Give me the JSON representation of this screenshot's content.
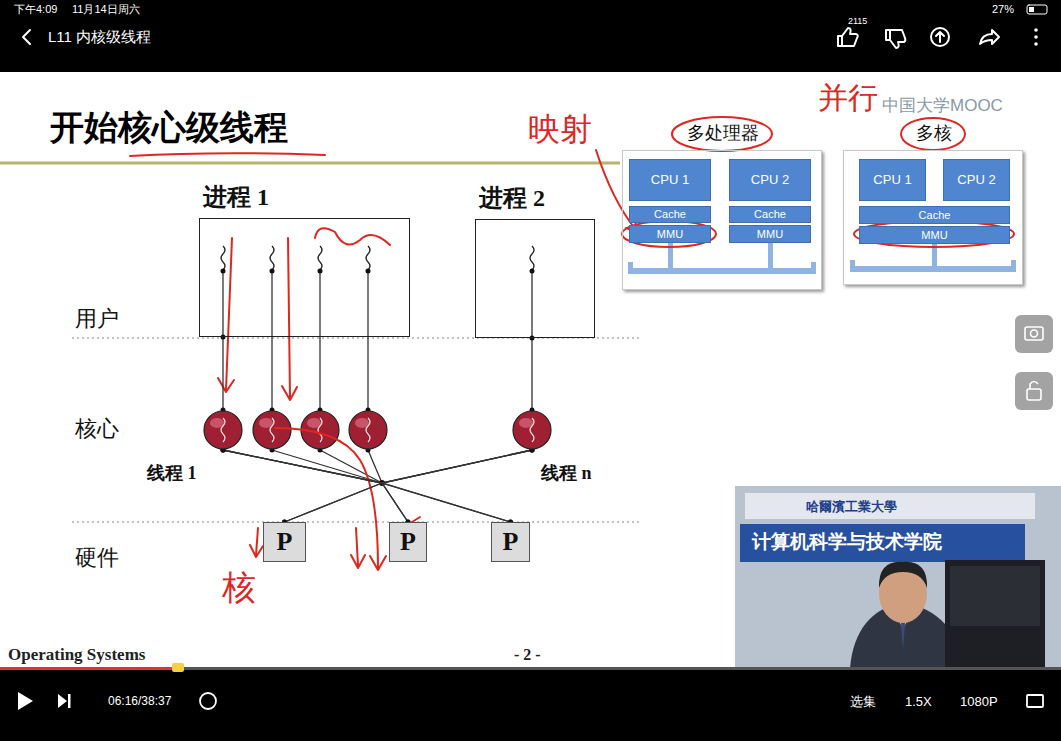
{
  "diagram": {
    "title": "开始核心级线程",
    "nodes": [
      {
        "text": [
          "进程 1"
        ]
      },
      {
        "text": [
          "进程 2"
        ]
      },
      {
        "text": [
          "多处理器"
        ]
      },
      {
        "text": [
          "CPU 1"
        ],
        "in": 2
      },
      {
        "text": [
          "Cache"
        ],
        "in": 2
      },
      {
        "text": [
          "MMU"
        ],
        "in": 2
      },
      {
        "text": [
          "CPU 2"
        ],
        "in": 2
      },
      {
        "text": [
          "Cache"
        ],
        "in": 2
      },
      {
        "text": [
          "MMU"
        ],
        "in": 2
      },
      {
        "text": [
          "多核"
        ]
      },
      {
        "text": [
          "CPU 1"
        ],
        "in": 9
      },
      {
        "text": [
          "CPU 2"
        ],
        "in": 9
      },
      {
        "text": [
          "Cache"
        ],
        "in": 9
      },
      {
        "text": [
          "MMU"
        ],
        "in": 9
      },
      {
        "text": [
          "线程 1"
        ]
      },
      {
        "text": [
          "线程 n"
        ]
      },
      {
        "text": [
          "P"
        ]
      },
      {
        "text": [
          "P"
        ]
      },
      {
        "text": [
          "P"
        ]
      }
    ],
    "edges": [
      {
        "from": 0,
        "to": 14,
        "arrow": "none"
      },
      {
        "from": 1,
        "to": 15,
        "arrow": "none"
      },
      {
        "from": 14,
        "to": 16,
        "arrow": "none"
      },
      {
        "from": 14,
        "to": 17,
        "arrow": "none"
      },
      {
        "from": 14,
        "to": 18,
        "arrow": "none"
      },
      {
        "from": 15,
        "to": 16,
        "arrow": "none"
      },
      {
        "from": 15,
        "to": 17,
        "arrow": "none"
      },
      {
        "from": 15,
        "to": 18,
        "arrow": "none"
      }
    ],
    "labels": [
      "下午4:09",
      "11月14日周六",
      "27%",
      "L11 内核级线程",
      "2115",
      "映射",
      "并行",
      "中国大学MOOC",
      "用户",
      "核心",
      "硬件",
      "核",
      "Operating Systems",
      "- 2 -",
      "哈爾濱工業大學",
      "计算机科学与技术学院",
      "06:16/38:37",
      "选集",
      "1.5X",
      "1080P"
    ]
  }
}
